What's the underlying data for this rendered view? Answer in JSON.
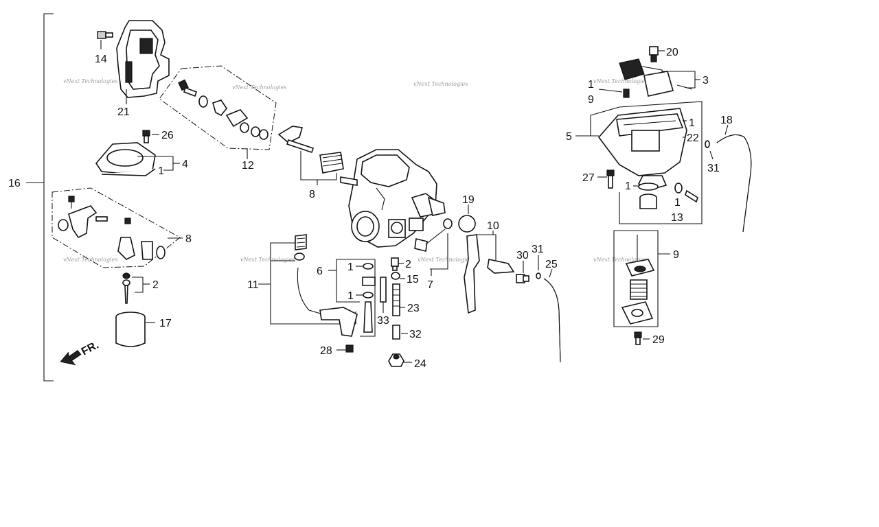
{
  "diagram": {
    "watermark_text": "vNext Technologies",
    "front_marker": "FR.",
    "callouts": {
      "c1_a": "1",
      "c1_b": "1",
      "c1_c": "1",
      "c1_d": "1",
      "c1_e": "1",
      "c1_f": "1",
      "c1_g": "1",
      "c2_a": "2",
      "c2_b": "2",
      "c3": "3",
      "c4": "4",
      "c5": "5",
      "c6": "6",
      "c7": "7",
      "c8_a": "8",
      "c8_b": "8",
      "c9_a": "9",
      "c9_b": "9",
      "c10": "10",
      "c11": "11",
      "c12": "12",
      "c13": "13",
      "c14": "14",
      "c15": "15",
      "c16": "16",
      "c17": "17",
      "c18": "18",
      "c19": "19",
      "c20": "20",
      "c21": "21",
      "c22": "22",
      "c23": "23",
      "c24": "24",
      "c25": "25",
      "c26": "26",
      "c27": "27",
      "c28": "28",
      "c29": "29",
      "c30": "30",
      "c31_a": "31",
      "c31_b": "31",
      "c32": "32",
      "c33": "33"
    }
  }
}
